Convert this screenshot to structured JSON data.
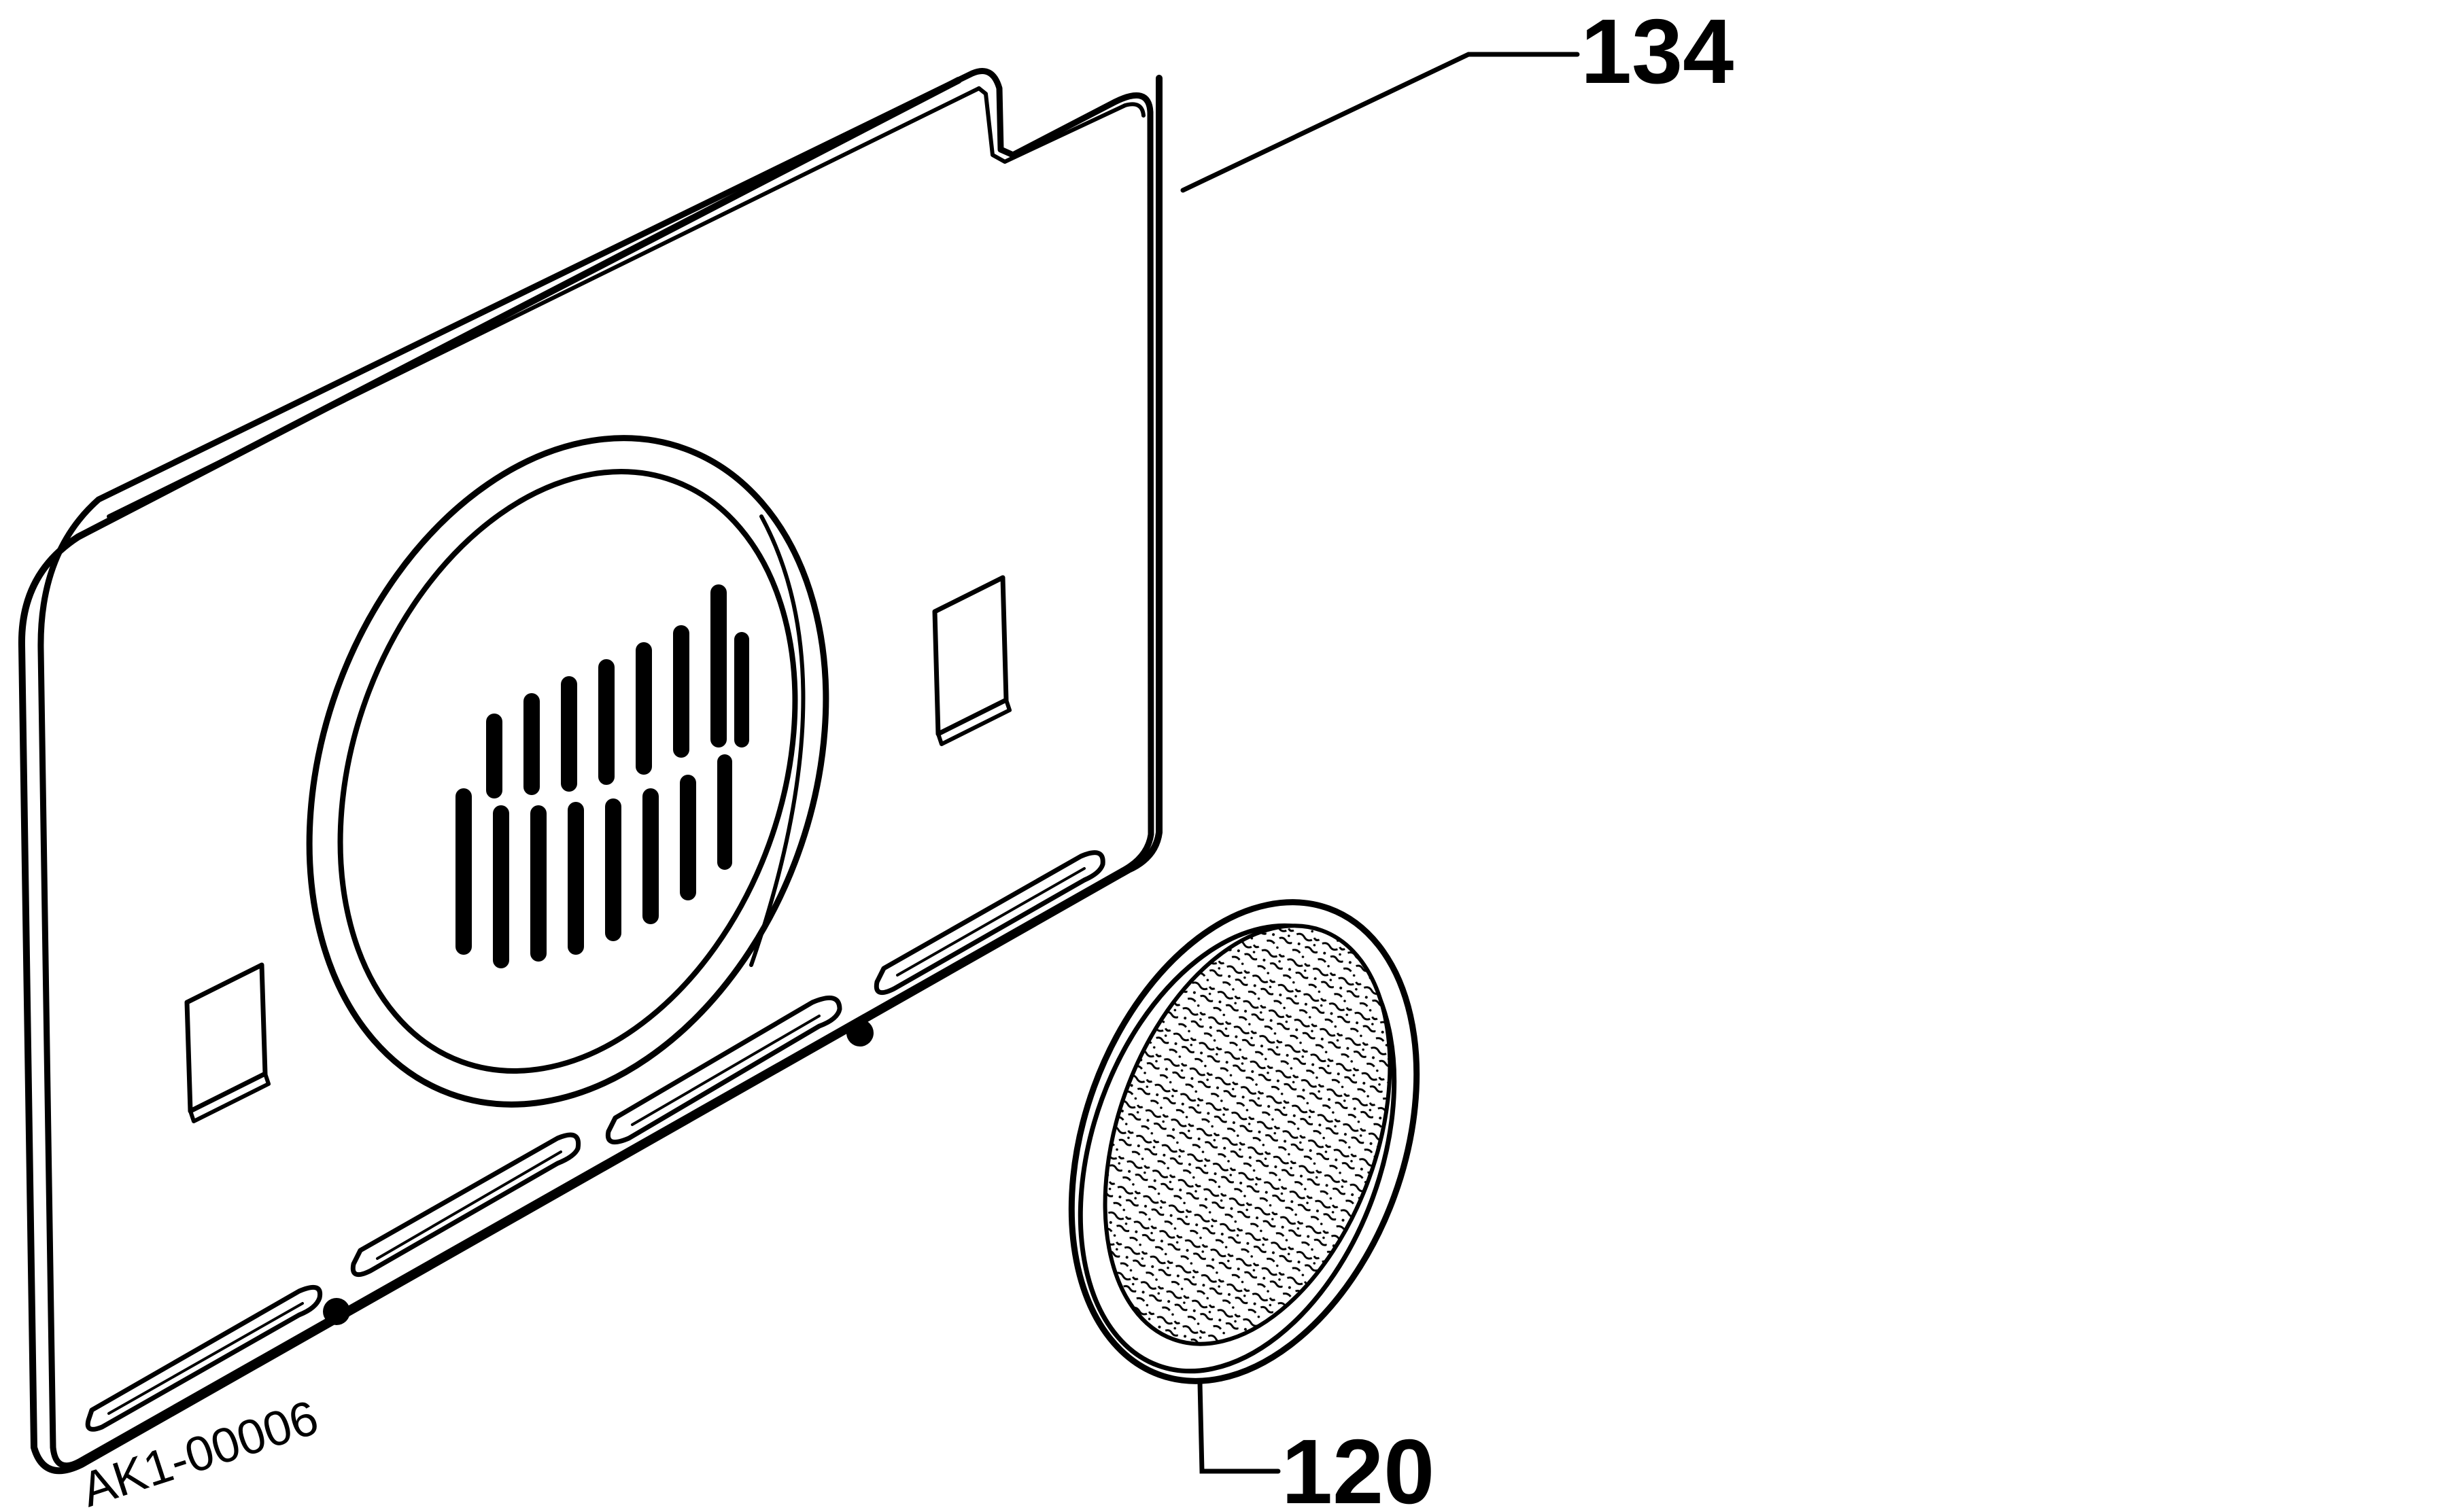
{
  "diagram": {
    "line_color": "#000000",
    "background": "#ffffff",
    "parts": [
      {
        "id": "134",
        "label": "134",
        "part": "cover-plate"
      },
      {
        "id": "120",
        "label": "120",
        "part": "round-filter-mesh"
      }
    ],
    "drawing_code": "AK1-00006"
  }
}
